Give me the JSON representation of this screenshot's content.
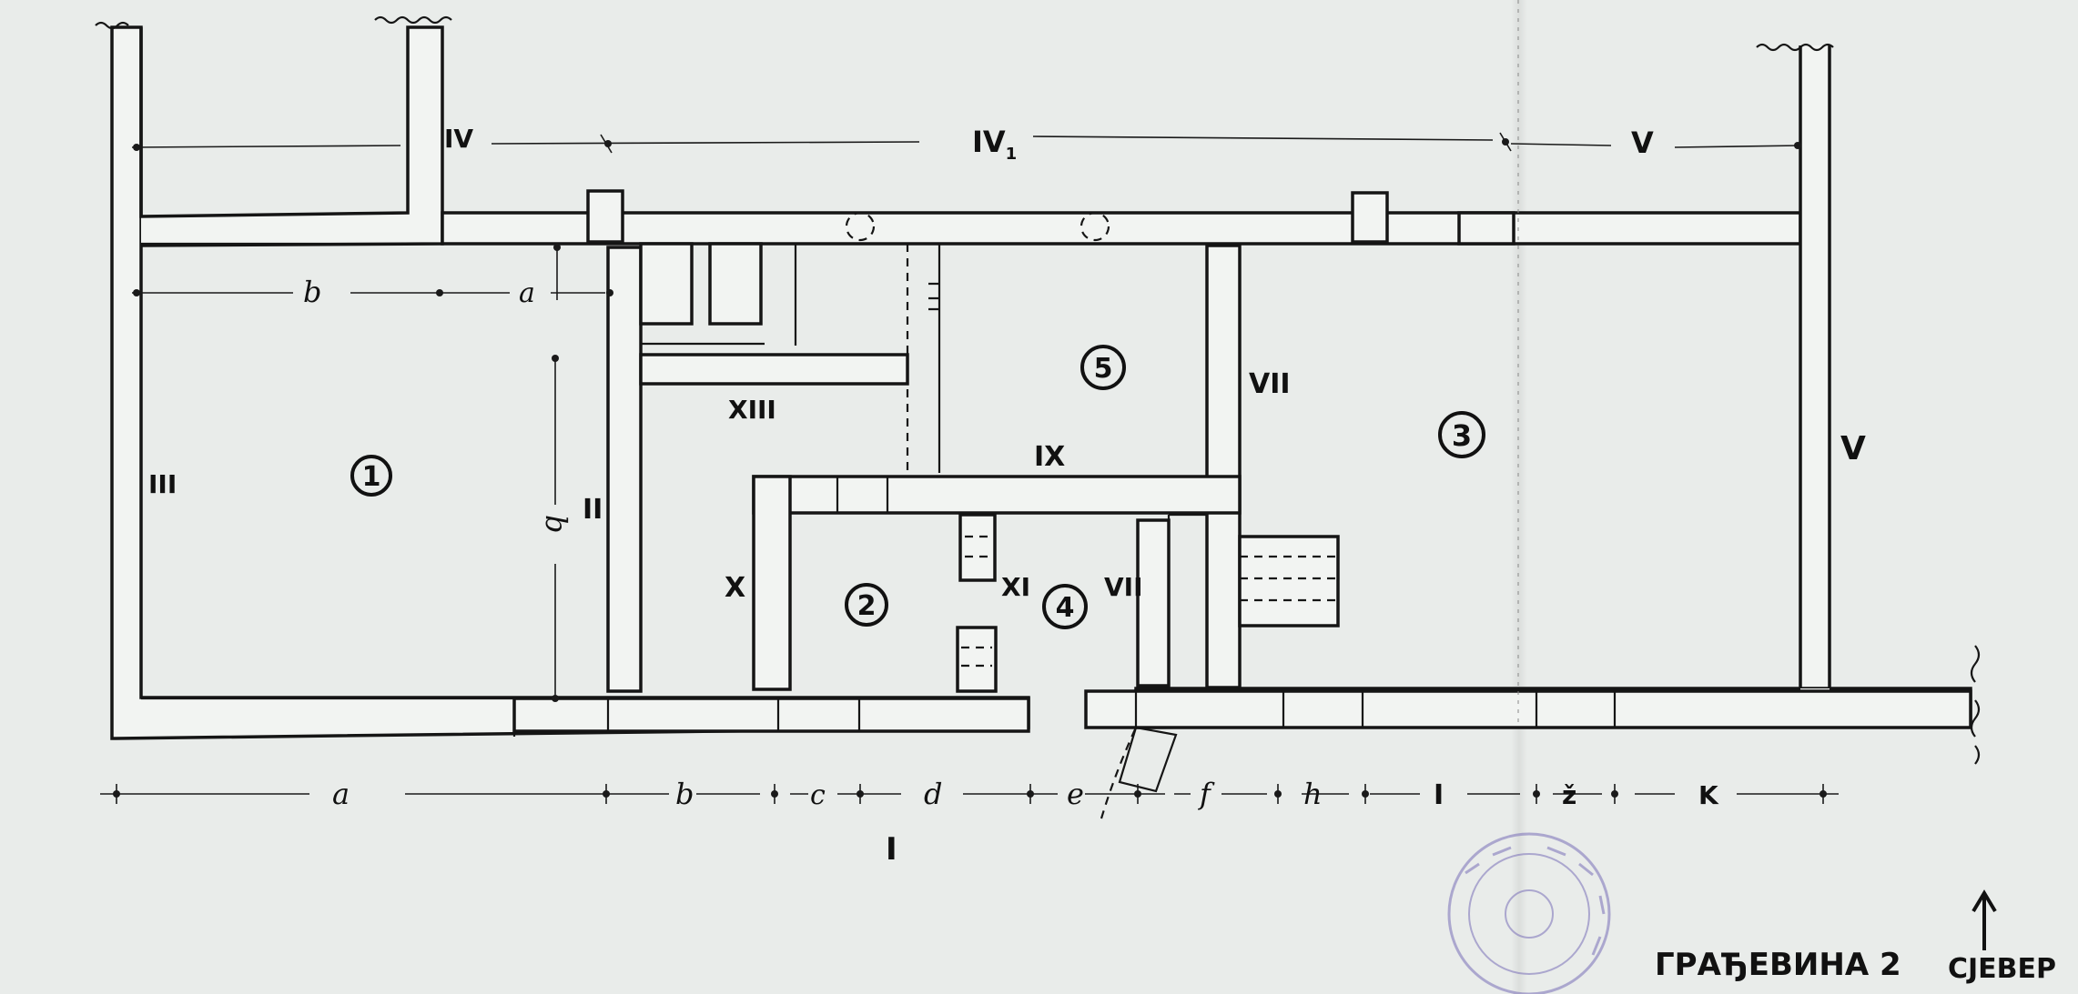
{
  "title": "ГРАЂЕВИНА 2",
  "north_label": "СЈЕВЕР",
  "rooms": [
    "1",
    "2",
    "3",
    "4",
    "5"
  ],
  "wall_labels": {
    "I": "I",
    "II": "II",
    "III": "III",
    "IV": "IV",
    "IV1_main": "IV",
    "IV1_sub": "1",
    "V_top": "V",
    "V_right": "V",
    "VII_upper": "VII",
    "VII_lower": "VII",
    "IX": "IX",
    "X": "X",
    "XI": "XI",
    "XIII": "XIII"
  },
  "dimension_letters": {
    "top_b": "b",
    "top_a": "a",
    "side_b": "b",
    "bottom": [
      "a",
      "b",
      "c",
      "d",
      "e",
      "f",
      "h",
      "I",
      "ž",
      "K"
    ]
  },
  "colors": {
    "paper": "#e9ecea",
    "ink": "#151515",
    "stamp": "#7a6fb8"
  },
  "icons": [
    "north-arrow-icon",
    "official-stamp-icon"
  ]
}
